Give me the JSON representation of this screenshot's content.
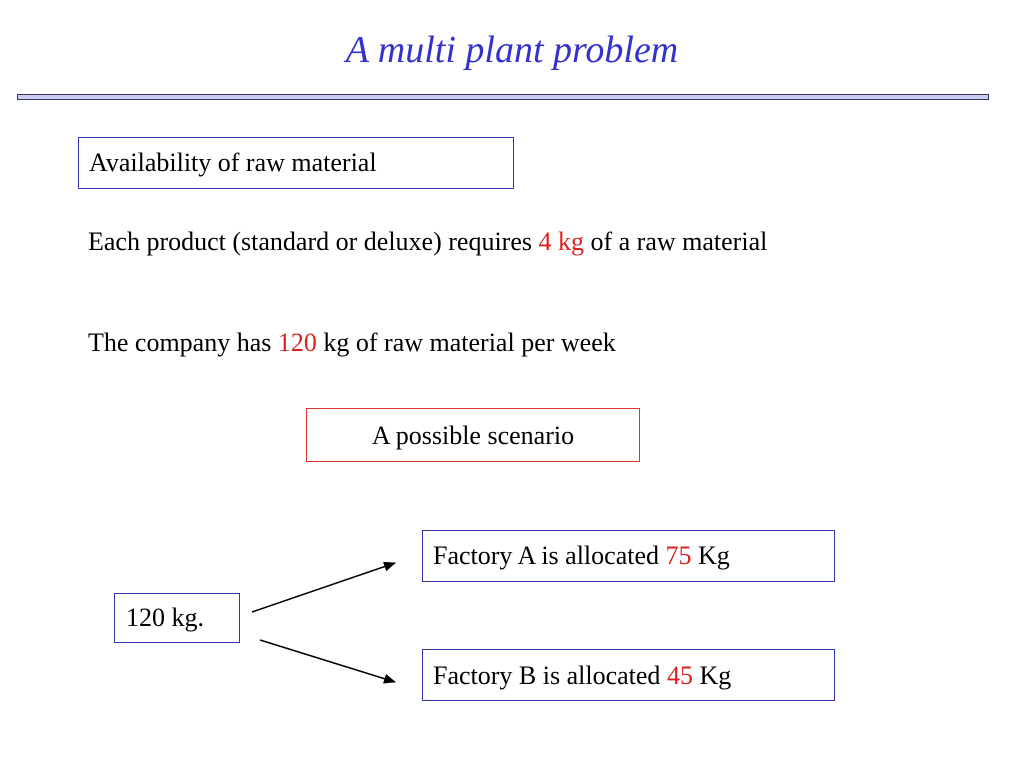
{
  "slide": {
    "title": "A multi plant problem",
    "section_heading": "Availability of raw material",
    "para1": {
      "before": "Each product  (standard or deluxe) requires ",
      "highlight": "4 kg",
      "after": " of a raw material"
    },
    "para2": {
      "before": "The company has  ",
      "highlight": "120",
      "after": " kg of raw material per week"
    },
    "scenario_label": "A possible scenario",
    "total_label": "120 kg.",
    "factory_a": {
      "before": "Factory A is allocated ",
      "highlight": "75",
      "after": " Kg"
    },
    "factory_b": {
      "before": "Factory B is allocated ",
      "highlight": "45",
      "after": " Kg"
    }
  },
  "colors": {
    "title": "#3333cc",
    "highlight": "#e01f1f",
    "box_blue": "#3333aa",
    "box_red": "#dd3333"
  }
}
